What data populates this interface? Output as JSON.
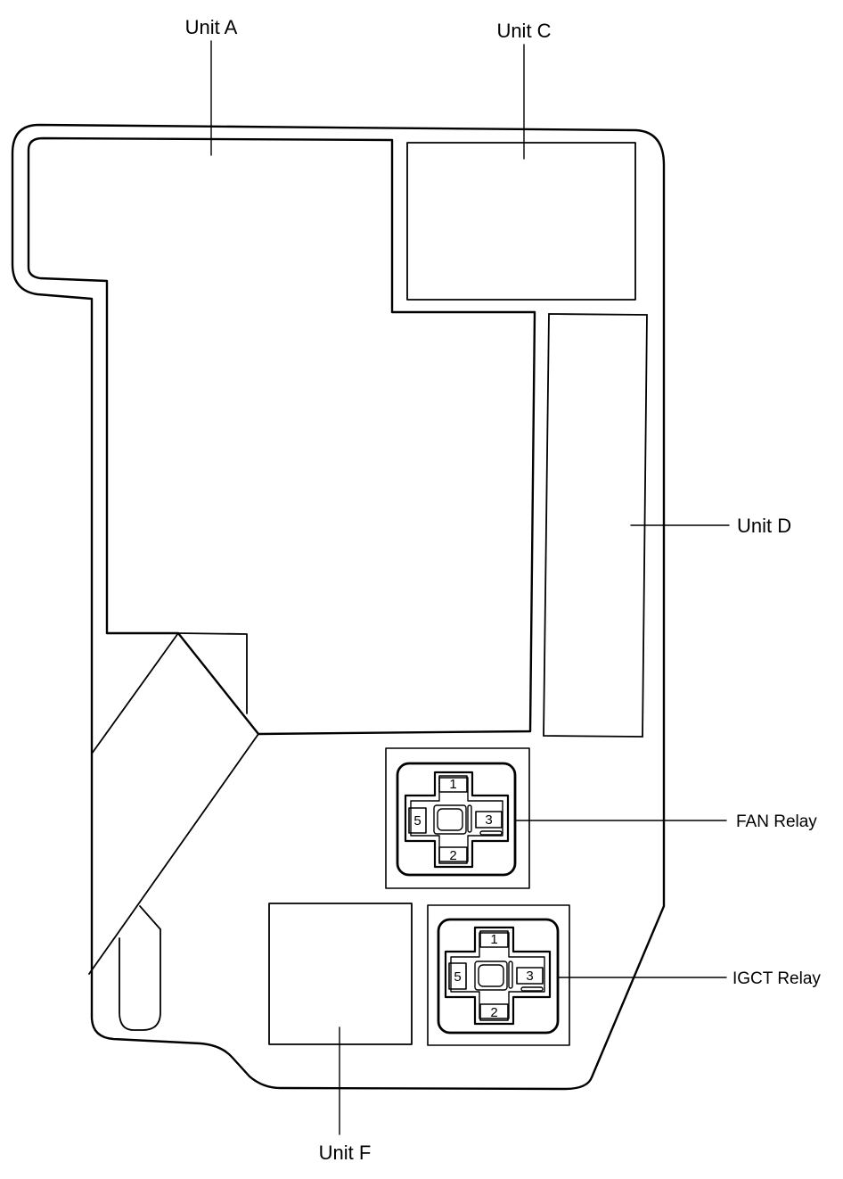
{
  "labels": {
    "unit_a": "Unit A",
    "unit_c": "Unit C",
    "unit_d": "Unit D",
    "unit_f": "Unit F",
    "fan_relay": "FAN Relay",
    "igct_relay": "IGCT Relay"
  },
  "relays": {
    "fan": {
      "pin_top": "1",
      "pin_left": "5",
      "pin_right": "3",
      "pin_bottom": "2"
    },
    "igct": {
      "pin_top": "1",
      "pin_left": "5",
      "pin_right": "3",
      "pin_bottom": "2"
    }
  },
  "colors": {
    "line": "#000000",
    "background": "#ffffff"
  }
}
